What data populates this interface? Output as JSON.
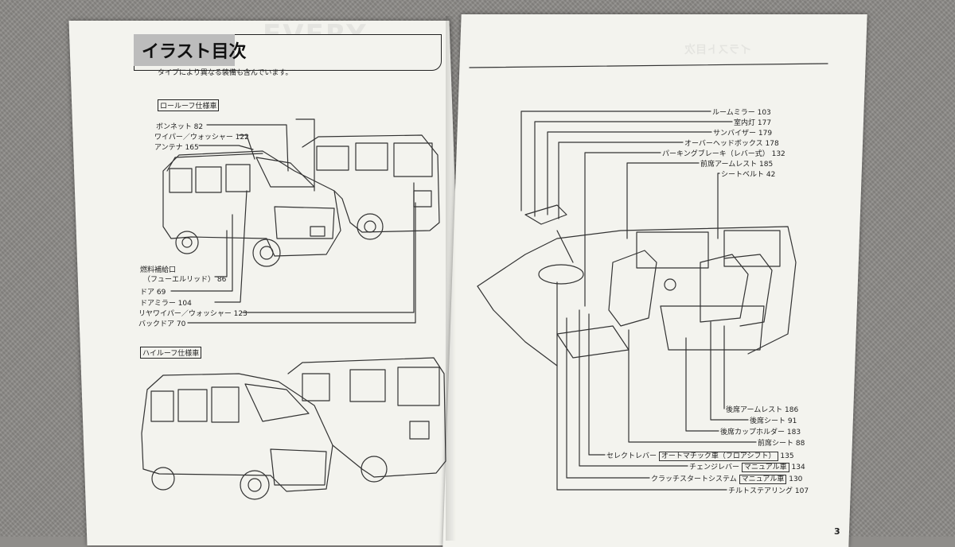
{
  "left_page": {
    "title": "イラスト目次",
    "note": "タイプにより異なる装備も含んでいます。",
    "section1": "ロールーフ仕様車",
    "section2": "ハイルーフ仕様車",
    "labels": [
      "ボンネット 82",
      "ワイパー／ウォッシャー 122",
      "アンテナ 165",
      "燃料補給口",
      "（フューエルリッド） 86",
      "ドア 69",
      "ドアミラー 104",
      "リヤワイパー／ウォッシャー 123",
      "バックドア 70"
    ],
    "ghost_text": "EVERY"
  },
  "right_page": {
    "labels_top": [
      "ルームミラー 103",
      "室内灯 177",
      "サンバイザー 179",
      "オーバーヘッドボックス 178",
      "パーキングブレーキ（レバー式） 132",
      "前席アームレスト 185",
      "シートベルト 42"
    ],
    "labels_bottom": [
      "後席アームレスト 186",
      "後席シート 91",
      "後席カップホルダー 183",
      "前席シート 88"
    ],
    "select_lever": {
      "label": "セレクトレバー",
      "tag": "オートマチック車（フロアシフト）",
      "page": "135"
    },
    "change_lever": {
      "label": "チェンジレバー",
      "tag": "マニュアル車",
      "page": "134"
    },
    "clutch": {
      "label": "クラッチスタートシステム",
      "tag": "マニュアル車",
      "page": "130"
    },
    "tilt": "チルトステアリング 107",
    "page_number": "3",
    "ghost_text": "イラスト目次"
  }
}
